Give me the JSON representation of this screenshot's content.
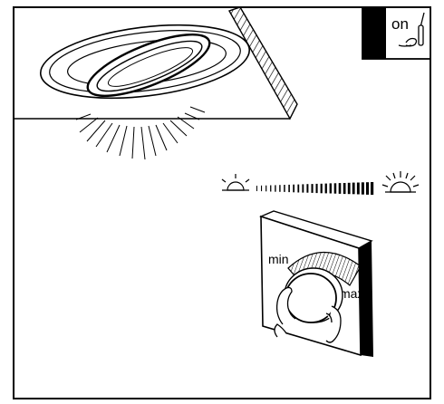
{
  "badge": {
    "exclamation": "!",
    "status_text": "on"
  },
  "dimmer": {
    "min_label": "min",
    "max_label": "max"
  },
  "brightness_scale": {
    "low_icon": "dim-lamp-icon",
    "high_icon": "bright-lamp-icon"
  },
  "colors": {
    "line": "#000000",
    "background": "#ffffff"
  }
}
